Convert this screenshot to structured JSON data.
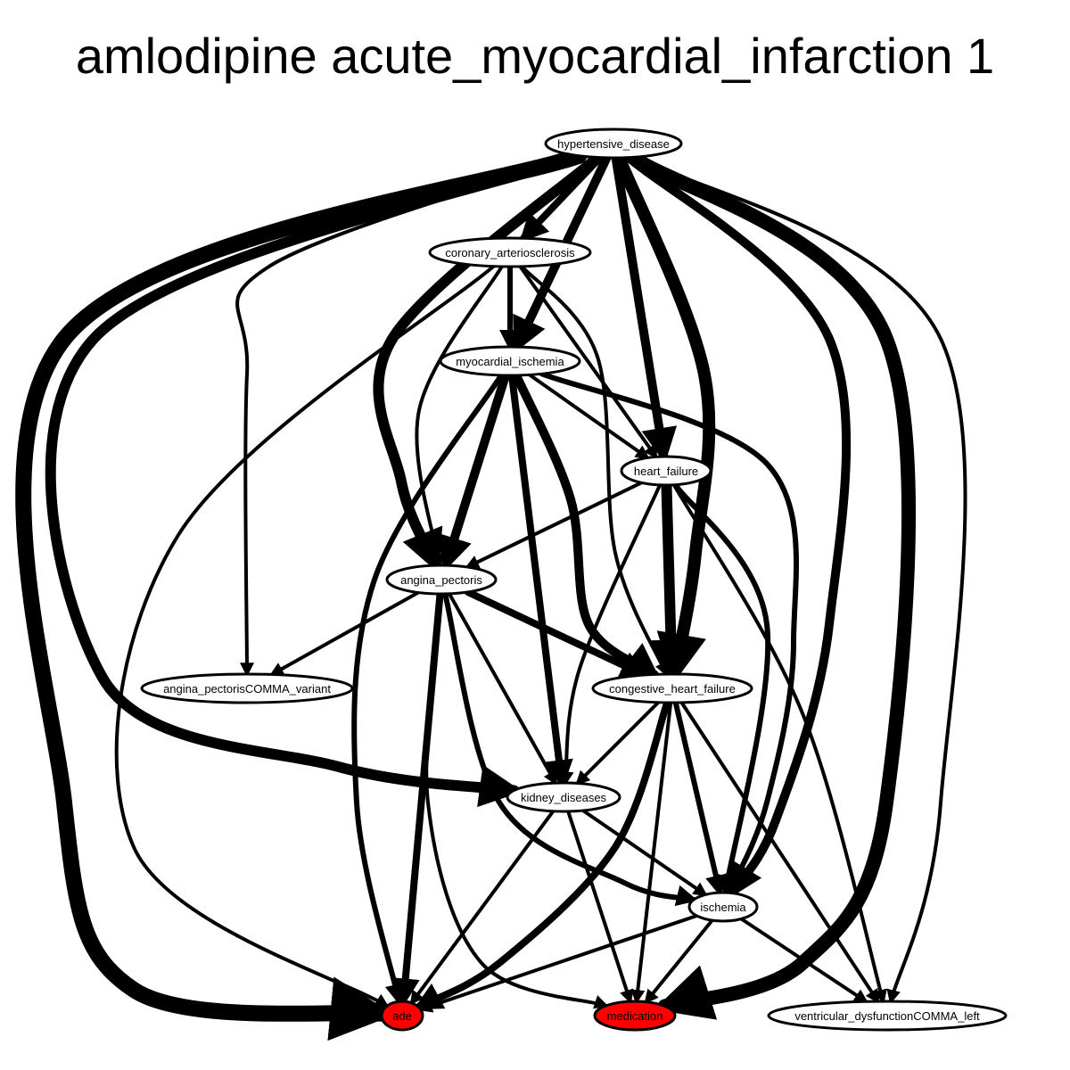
{
  "title": "amlodipine acute_myocardial_infarction 1",
  "colors": {
    "highlight": "#ff0000",
    "normal": "#ffffff",
    "stroke": "#000000"
  },
  "nodes": [
    {
      "id": "hypertensive_disease",
      "label": "hypertensive_disease",
      "highlight": false
    },
    {
      "id": "coronary_arteriosclerosis",
      "label": "coronary_arteriosclerosis",
      "highlight": false
    },
    {
      "id": "myocardial_ischemia",
      "label": "myocardial_ischemia",
      "highlight": false
    },
    {
      "id": "heart_failure",
      "label": "heart_failure",
      "highlight": false
    },
    {
      "id": "angina_pectoris",
      "label": "angina_pectoris",
      "highlight": false
    },
    {
      "id": "angina_pectorisCOMMA_variant",
      "label": "angina_pectorisCOMMA_variant",
      "highlight": false
    },
    {
      "id": "congestive_heart_failure",
      "label": "congestive_heart_failure",
      "highlight": false
    },
    {
      "id": "kidney_diseases",
      "label": "kidney_diseases",
      "highlight": false
    },
    {
      "id": "ischemia",
      "label": "ischemia",
      "highlight": false
    },
    {
      "id": "ade",
      "label": "ade",
      "highlight": true
    },
    {
      "id": "medication",
      "label": "medication",
      "highlight": true
    },
    {
      "id": "ventricular_dysfunctionCOMMA_left",
      "label": "ventricular_dysfunctionCOMMA_left",
      "highlight": false
    }
  ],
  "edges": [
    {
      "from": "hypertensive_disease",
      "to": "coronary_arteriosclerosis",
      "weight": 3
    },
    {
      "from": "hypertensive_disease",
      "to": "myocardial_ischemia",
      "weight": 4
    },
    {
      "from": "hypertensive_disease",
      "to": "heart_failure",
      "weight": 4
    },
    {
      "from": "hypertensive_disease",
      "to": "angina_pectoris",
      "weight": 5
    },
    {
      "from": "hypertensive_disease",
      "to": "angina_pectorisCOMMA_variant",
      "weight": 1
    },
    {
      "from": "hypertensive_disease",
      "to": "congestive_heart_failure",
      "weight": 6
    },
    {
      "from": "hypertensive_disease",
      "to": "kidney_diseases",
      "weight": 5
    },
    {
      "from": "hypertensive_disease",
      "to": "ischemia",
      "weight": 4
    },
    {
      "from": "hypertensive_disease",
      "to": "ade",
      "weight": 8
    },
    {
      "from": "hypertensive_disease",
      "to": "medication",
      "weight": 7
    },
    {
      "from": "hypertensive_disease",
      "to": "ventricular_dysfunctionCOMMA_left",
      "weight": 1
    },
    {
      "from": "coronary_arteriosclerosis",
      "to": "myocardial_ischemia",
      "weight": 2
    },
    {
      "from": "coronary_arteriosclerosis",
      "to": "heart_failure",
      "weight": 1
    },
    {
      "from": "coronary_arteriosclerosis",
      "to": "angina_pectoris",
      "weight": 1
    },
    {
      "from": "coronary_arteriosclerosis",
      "to": "congestive_heart_failure",
      "weight": 1
    },
    {
      "from": "coronary_arteriosclerosis",
      "to": "ade",
      "weight": 1
    },
    {
      "from": "myocardial_ischemia",
      "to": "heart_failure",
      "weight": 1
    },
    {
      "from": "myocardial_ischemia",
      "to": "angina_pectoris",
      "weight": 4
    },
    {
      "from": "myocardial_ischemia",
      "to": "congestive_heart_failure",
      "weight": 4
    },
    {
      "from": "myocardial_ischemia",
      "to": "kidney_diseases",
      "weight": 3
    },
    {
      "from": "myocardial_ischemia",
      "to": "ischemia",
      "weight": 2
    },
    {
      "from": "myocardial_ischemia",
      "to": "ade",
      "weight": 2
    },
    {
      "from": "heart_failure",
      "to": "angina_pectoris",
      "weight": 1
    },
    {
      "from": "heart_failure",
      "to": "congestive_heart_failure",
      "weight": 5
    },
    {
      "from": "heart_failure",
      "to": "kidney_diseases",
      "weight": 1
    },
    {
      "from": "heart_failure",
      "to": "ischemia",
      "weight": 2
    },
    {
      "from": "heart_failure",
      "to": "ventricular_dysfunctionCOMMA_left",
      "weight": 1
    },
    {
      "from": "angina_pectoris",
      "to": "angina_pectorisCOMMA_variant",
      "weight": 1
    },
    {
      "from": "angina_pectoris",
      "to": "congestive_heart_failure",
      "weight": 3
    },
    {
      "from": "angina_pectoris",
      "to": "kidney_diseases",
      "weight": 1
    },
    {
      "from": "angina_pectoris",
      "to": "ischemia",
      "weight": 2
    },
    {
      "from": "angina_pectoris",
      "to": "ade",
      "weight": 3
    },
    {
      "from": "angina_pectoris",
      "to": "medication",
      "weight": 1
    },
    {
      "from": "congestive_heart_failure",
      "to": "kidney_diseases",
      "weight": 1
    },
    {
      "from": "congestive_heart_failure",
      "to": "ischemia",
      "weight": 2
    },
    {
      "from": "congestive_heart_failure",
      "to": "ade",
      "weight": 3
    },
    {
      "from": "congestive_heart_failure",
      "to": "medication",
      "weight": 1
    },
    {
      "from": "congestive_heart_failure",
      "to": "ventricular_dysfunctionCOMMA_left",
      "weight": 1
    },
    {
      "from": "kidney_diseases",
      "to": "ischemia",
      "weight": 1
    },
    {
      "from": "kidney_diseases",
      "to": "ade",
      "weight": 1
    },
    {
      "from": "kidney_diseases",
      "to": "medication",
      "weight": 1
    },
    {
      "from": "ischemia",
      "to": "ade",
      "weight": 1
    },
    {
      "from": "ischemia",
      "to": "medication",
      "weight": 1
    },
    {
      "from": "ischemia",
      "to": "ventricular_dysfunctionCOMMA_left",
      "weight": 1
    }
  ]
}
